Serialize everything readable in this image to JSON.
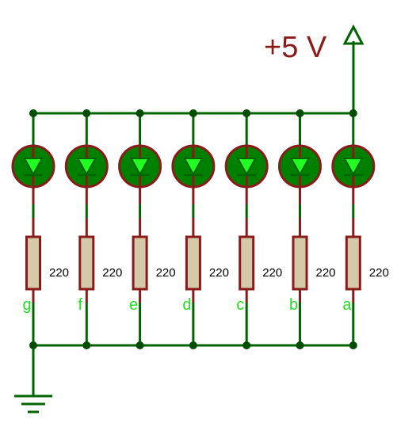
{
  "supply": {
    "label": "+5 V"
  },
  "channels": [
    {
      "segment": "g",
      "resistor": "220"
    },
    {
      "segment": "f",
      "resistor": "220"
    },
    {
      "segment": "e",
      "resistor": "220"
    },
    {
      "segment": "d",
      "resistor": "220"
    },
    {
      "segment": "c",
      "resistor": "220"
    },
    {
      "segment": "b",
      "resistor": "220"
    },
    {
      "segment": "a",
      "resistor": "220"
    }
  ],
  "colors": {
    "wire": "#006400",
    "lead": "#8b1a1a",
    "led_body": "#008000",
    "led_glow": "#22ff22",
    "resistor_fill": "#d4c9a8",
    "junction": "#004d00"
  }
}
